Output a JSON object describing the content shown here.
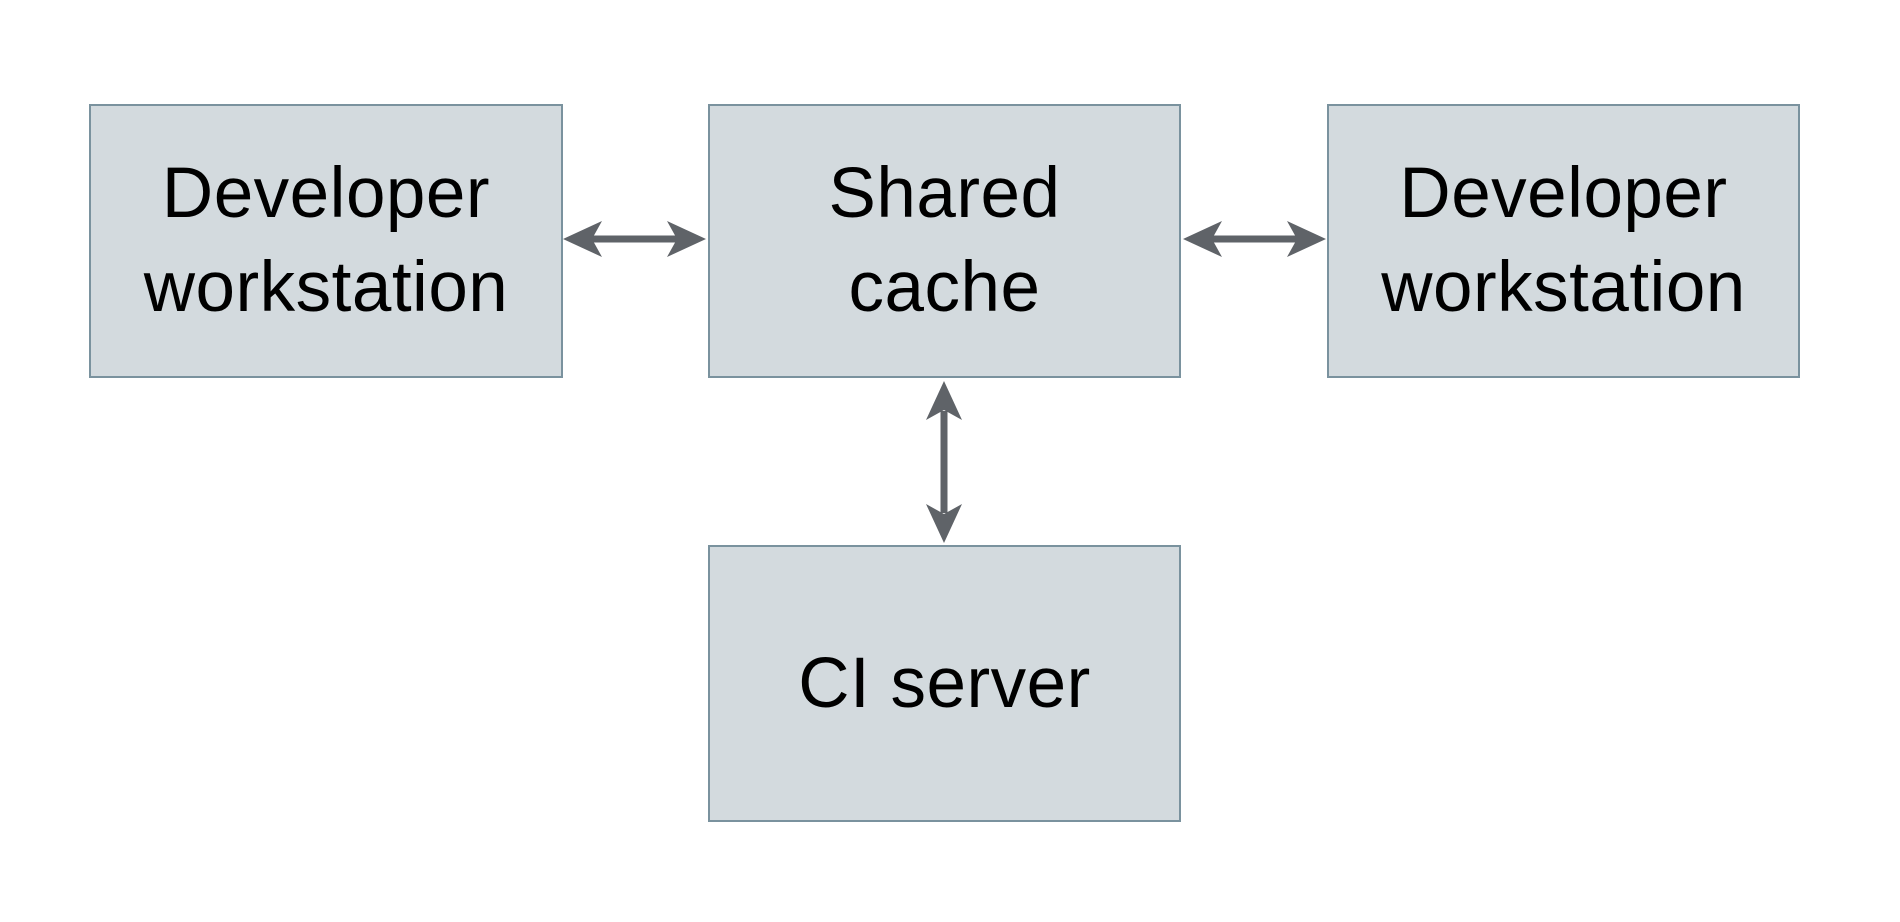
{
  "diagram": {
    "colors": {
      "background": "#ffffff",
      "node_fill": "#d3dade",
      "node_border": "#7a929e",
      "arrow": "#5f6368",
      "text": "#000000"
    },
    "nodes": [
      {
        "id": "developer-workstation-left",
        "label": "Developer\nworkstation"
      },
      {
        "id": "shared-cache",
        "label": "Shared\ncache"
      },
      {
        "id": "developer-workstation-right",
        "label": "Developer\nworkstation"
      },
      {
        "id": "ci-server",
        "label": "CI server"
      }
    ],
    "edges": [
      {
        "from": "developer-workstation-left",
        "to": "shared-cache",
        "direction": "bidirectional"
      },
      {
        "from": "shared-cache",
        "to": "developer-workstation-right",
        "direction": "bidirectional"
      },
      {
        "from": "shared-cache",
        "to": "ci-server",
        "direction": "bidirectional"
      }
    ]
  }
}
